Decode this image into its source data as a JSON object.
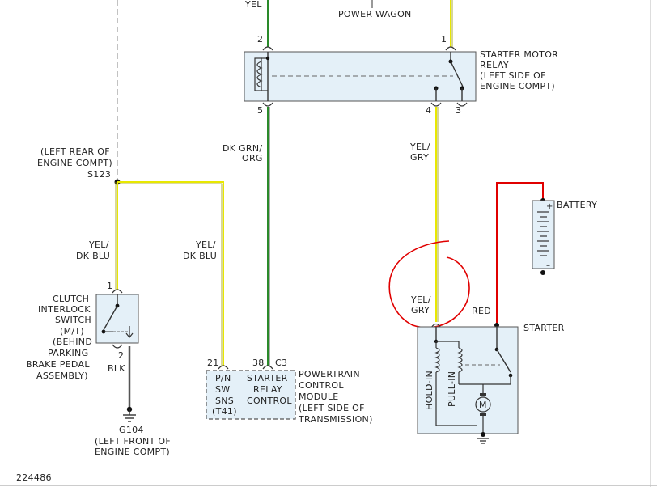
{
  "colors": {
    "yellow": "#e8e800",
    "green": "#2a8a2a",
    "red": "#e00000",
    "gray": "#777777",
    "box": "#e4f0f8"
  },
  "top": {
    "wire_yel": "YEL",
    "power_wagon": "POWER WAGON"
  },
  "relay": {
    "pin2": "2",
    "pin1": "1",
    "pin5": "5",
    "pin4": "4",
    "pin3": "3",
    "label": [
      "STARTER MOTOR",
      "RELAY",
      "(LEFT SIDE OF",
      "ENGINE COMPT)"
    ]
  },
  "wires": {
    "dk_grn_org": [
      "DK GRN/",
      "ORG"
    ],
    "yel_gry_upper": [
      "YEL/",
      "GRY"
    ],
    "yel_gry_lower": [
      "YEL/",
      "GRY"
    ],
    "yel_dk_blu_left": [
      "YEL/",
      "DK BLU"
    ],
    "yel_dk_blu_mid": [
      "YEL/",
      "DK BLU"
    ],
    "blk": "BLK",
    "red": "RED"
  },
  "splice": {
    "location": [
      "(LEFT REAR OF",
      "ENGINE COMPT)"
    ],
    "id": "S123"
  },
  "clutch": {
    "pin1": "1",
    "pin2": "2",
    "label": [
      "CLUTCH",
      "INTERLOCK",
      "SWITCH",
      "(M/T)",
      "(BEHIND",
      "PARKING",
      "BRAKE PEDAL",
      "ASSEMBLY)"
    ]
  },
  "ground": {
    "id": "G104",
    "location": [
      "(LEFT FRONT OF",
      "ENGINE COMPT)"
    ]
  },
  "pcm": {
    "pin21": "21",
    "pin38": "38",
    "connector": "C3",
    "left_cell": [
      "P/N",
      "SW",
      "SNS",
      "(T41)"
    ],
    "right_cell": [
      "STARTER",
      "RELAY",
      "CONTROL"
    ],
    "label": [
      "POWERTRAIN",
      "CONTROL",
      "MODULE",
      "(LEFT SIDE OF",
      "TRANSMISSION)"
    ]
  },
  "battery": {
    "label": "BATTERY",
    "plus": "+",
    "minus": "–"
  },
  "starter": {
    "label": "STARTER",
    "hold_in": "HOLD-IN",
    "pull_in": "PULL-IN",
    "motor": "M"
  },
  "figure_id": "224486"
}
